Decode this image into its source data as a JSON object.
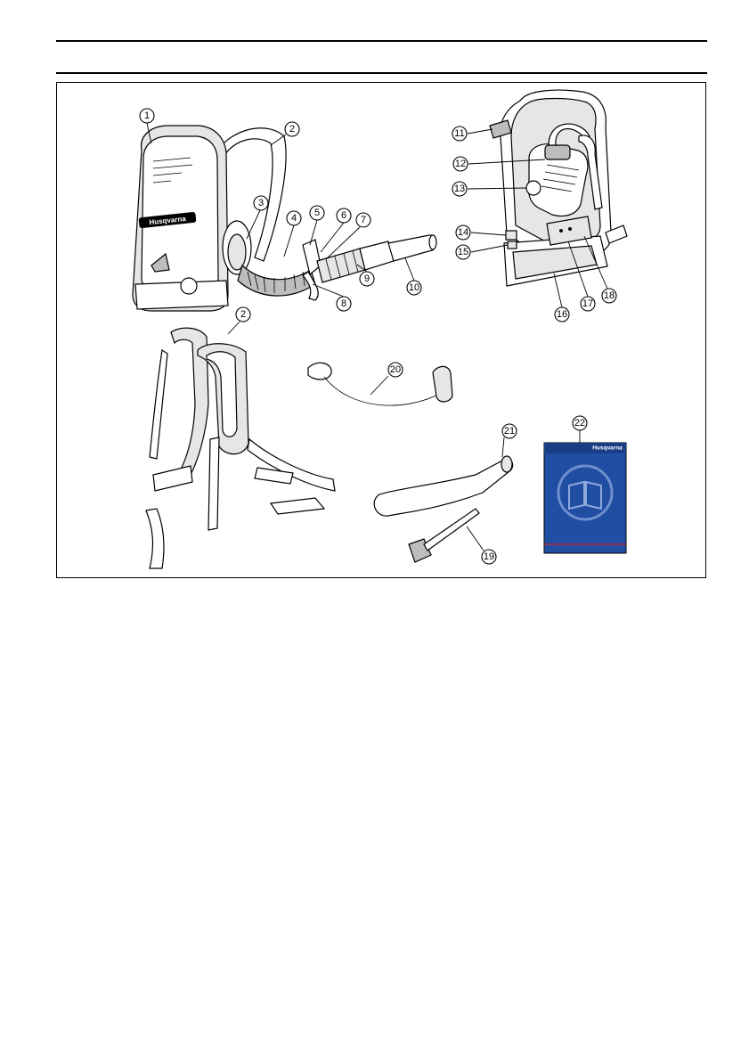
{
  "brand": {
    "name": "Husqvarna"
  },
  "callouts": [
    {
      "id": "c1",
      "label": "1"
    },
    {
      "id": "c2",
      "label": "2"
    },
    {
      "id": "c3",
      "label": "3"
    },
    {
      "id": "c4",
      "label": "4"
    },
    {
      "id": "c5",
      "label": "5"
    },
    {
      "id": "c6",
      "label": "6"
    },
    {
      "id": "c7",
      "label": "7"
    },
    {
      "id": "c8",
      "label": "8"
    },
    {
      "id": "c9",
      "label": "9"
    },
    {
      "id": "c10",
      "label": "10"
    },
    {
      "id": "c11",
      "label": "11"
    },
    {
      "id": "c12",
      "label": "12"
    },
    {
      "id": "c13",
      "label": "13"
    },
    {
      "id": "c14",
      "label": "14"
    },
    {
      "id": "c15",
      "label": "15"
    },
    {
      "id": "c16",
      "label": "16"
    },
    {
      "id": "c17",
      "label": "17"
    },
    {
      "id": "c18",
      "label": "18"
    },
    {
      "id": "c19",
      "label": "19"
    },
    {
      "id": "c20",
      "label": "20"
    },
    {
      "id": "c21",
      "label": "21"
    },
    {
      "id": "c22",
      "label": "22"
    },
    {
      "id": "c2b",
      "label": "2"
    }
  ],
  "icons": {
    "manual_cover": "open-book-icon"
  }
}
